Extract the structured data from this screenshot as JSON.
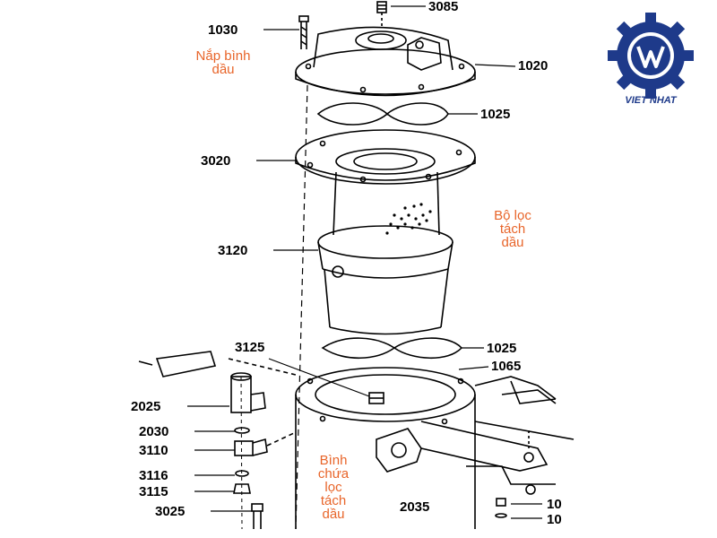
{
  "parts": {
    "p1030": "1030",
    "p3085": "3085",
    "p1020": "1020",
    "p1025a": "1025",
    "p3020": "3020",
    "p3120": "3120",
    "p1025b": "1025",
    "p3125": "3125",
    "p1065": "1065",
    "p2025": "2025",
    "p2030": "2030",
    "p3110": "3110",
    "p3116": "3116",
    "p3115": "3115",
    "p3025": "3025",
    "p2035": "2035",
    "p10a": "10",
    "p10b": "10"
  },
  "notes": {
    "tank_lid": [
      "Nắp bình",
      "dầu"
    ],
    "separator_filter": [
      "Bộ lọc",
      "tách",
      "dầu"
    ],
    "separator_tank": [
      "Bình",
      "chứa",
      "lọc",
      "tách",
      "dầu"
    ]
  },
  "logo": {
    "text": "VIET NHAT",
    "color": "#1e3a8a"
  },
  "colors": {
    "note": "#e8652a",
    "line": "#000000"
  }
}
